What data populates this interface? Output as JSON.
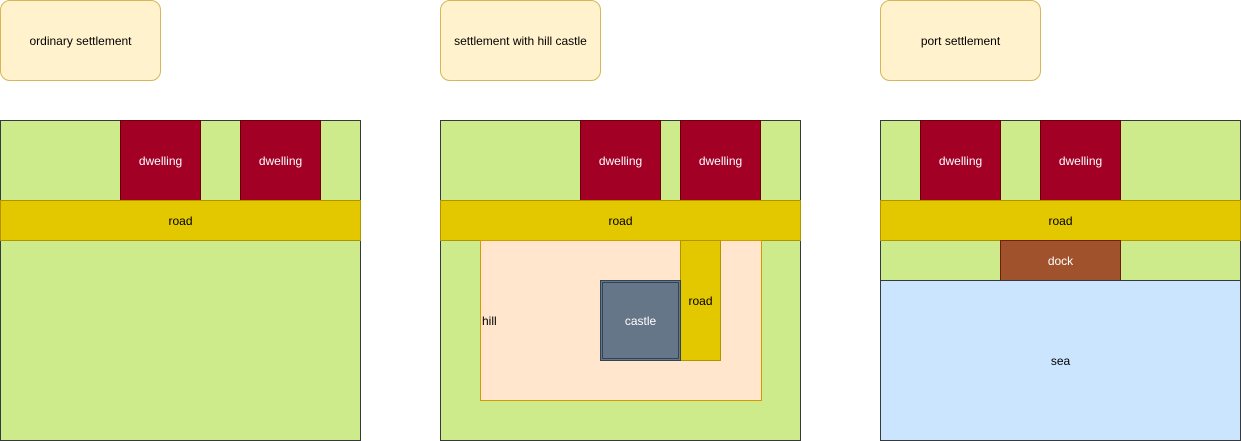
{
  "colors": {
    "title_fill": "#fff2cc",
    "ground_fill": "#cdeb8b",
    "dwelling_fill": "#a20025",
    "road_fill": "#e3c800",
    "hill_fill": "#ffe6cc",
    "castle_fill": "#647687",
    "dock_fill": "#a0522d",
    "sea_fill": "#cce5ff"
  },
  "panels": [
    {
      "title": "ordinary settlement",
      "dwelling_1": "dwelling",
      "dwelling_2": "dwelling",
      "road": "road"
    },
    {
      "title": "settlement with hill castle",
      "dwelling_1": "dwelling",
      "dwelling_2": "dwelling",
      "road": "road",
      "hill": "hill",
      "castle": "castle",
      "castle_road": "road"
    },
    {
      "title": "port settlement",
      "dwelling_1": "dwelling",
      "dwelling_2": "dwelling",
      "road": "road",
      "dock": "dock",
      "sea": "sea"
    }
  ]
}
